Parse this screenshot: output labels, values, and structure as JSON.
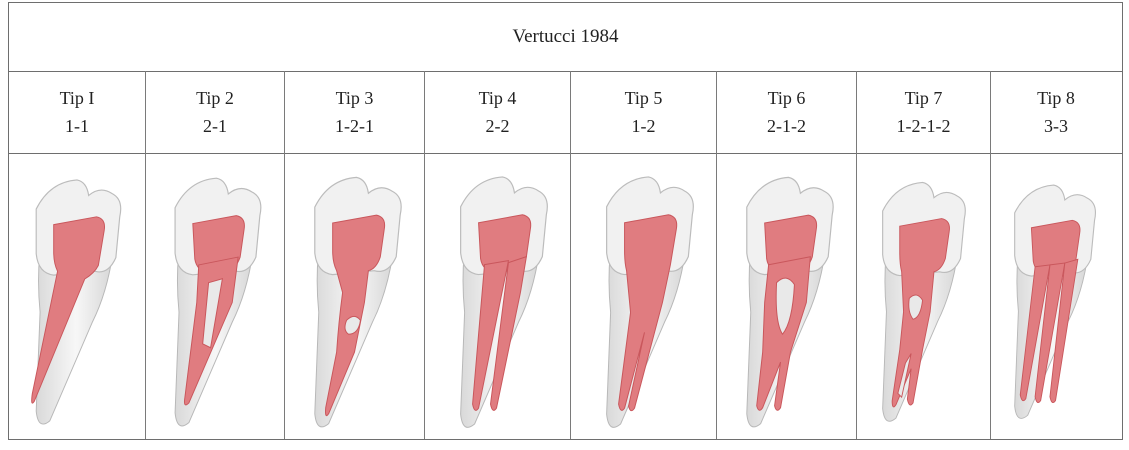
{
  "title": "Vertucci 1984",
  "types": [
    {
      "name": "Tip I",
      "code": "1-1",
      "canal": "one"
    },
    {
      "name": "Tip 2",
      "code": "2-1",
      "canal": "two-one"
    },
    {
      "name": "Tip 3",
      "code": "1-2-1",
      "canal": "one-two-one"
    },
    {
      "name": "Tip 4",
      "code": "2-2",
      "canal": "two-two"
    },
    {
      "name": "Tip 5",
      "code": "1-2",
      "canal": "one-two"
    },
    {
      "name": "Tip 6",
      "code": "2-1-2",
      "canal": "two-one-two"
    },
    {
      "name": "Tip 7",
      "code": "1-2-1-2",
      "canal": "one-two-one-two"
    },
    {
      "name": "Tip 8",
      "code": "3-3",
      "canal": "three-three"
    }
  ],
  "colors": {
    "border": "#6e6e6e",
    "pulp": "#e07c80",
    "tooth": "#ececec"
  }
}
